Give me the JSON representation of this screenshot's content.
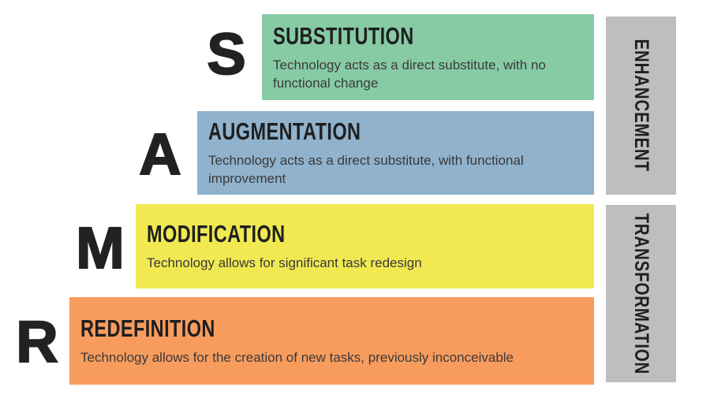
{
  "diagram": "SAMR model",
  "colors": {
    "substitution_green": "#87CBA5",
    "augmentation_blue": "#90B2CC",
    "modification_yellow": "#F1E952",
    "redefinition_orange": "#F89C5E",
    "side_band_gray": "#BEBEBE",
    "text_dark": "#1F1F1F",
    "letter_black": "#222222"
  },
  "levels": [
    {
      "letter": "S",
      "name": "SUBSTITUTION",
      "description": "Technology acts as a direct substitute, with no functional change",
      "color": "#87CBA5"
    },
    {
      "letter": "A",
      "name": "AUGMENTATION",
      "description": "Technology acts as a direct substitute, with functional improvement",
      "color": "#90B2CC"
    },
    {
      "letter": "M",
      "name": "MODIFICATION",
      "description": "Technology allows for significant task redesign",
      "color": "#F1E952"
    },
    {
      "letter": "R",
      "name": "REDEFINITION",
      "description": "Technology allows for the creation of new tasks, previously inconceivable",
      "color": "#F89C5E"
    }
  ],
  "side_labels": [
    {
      "label": "ENHANCEMENT",
      "color": "#BEBEBE"
    },
    {
      "label": "TRANSFORMATION",
      "color": "#BEBEBE"
    }
  ]
}
